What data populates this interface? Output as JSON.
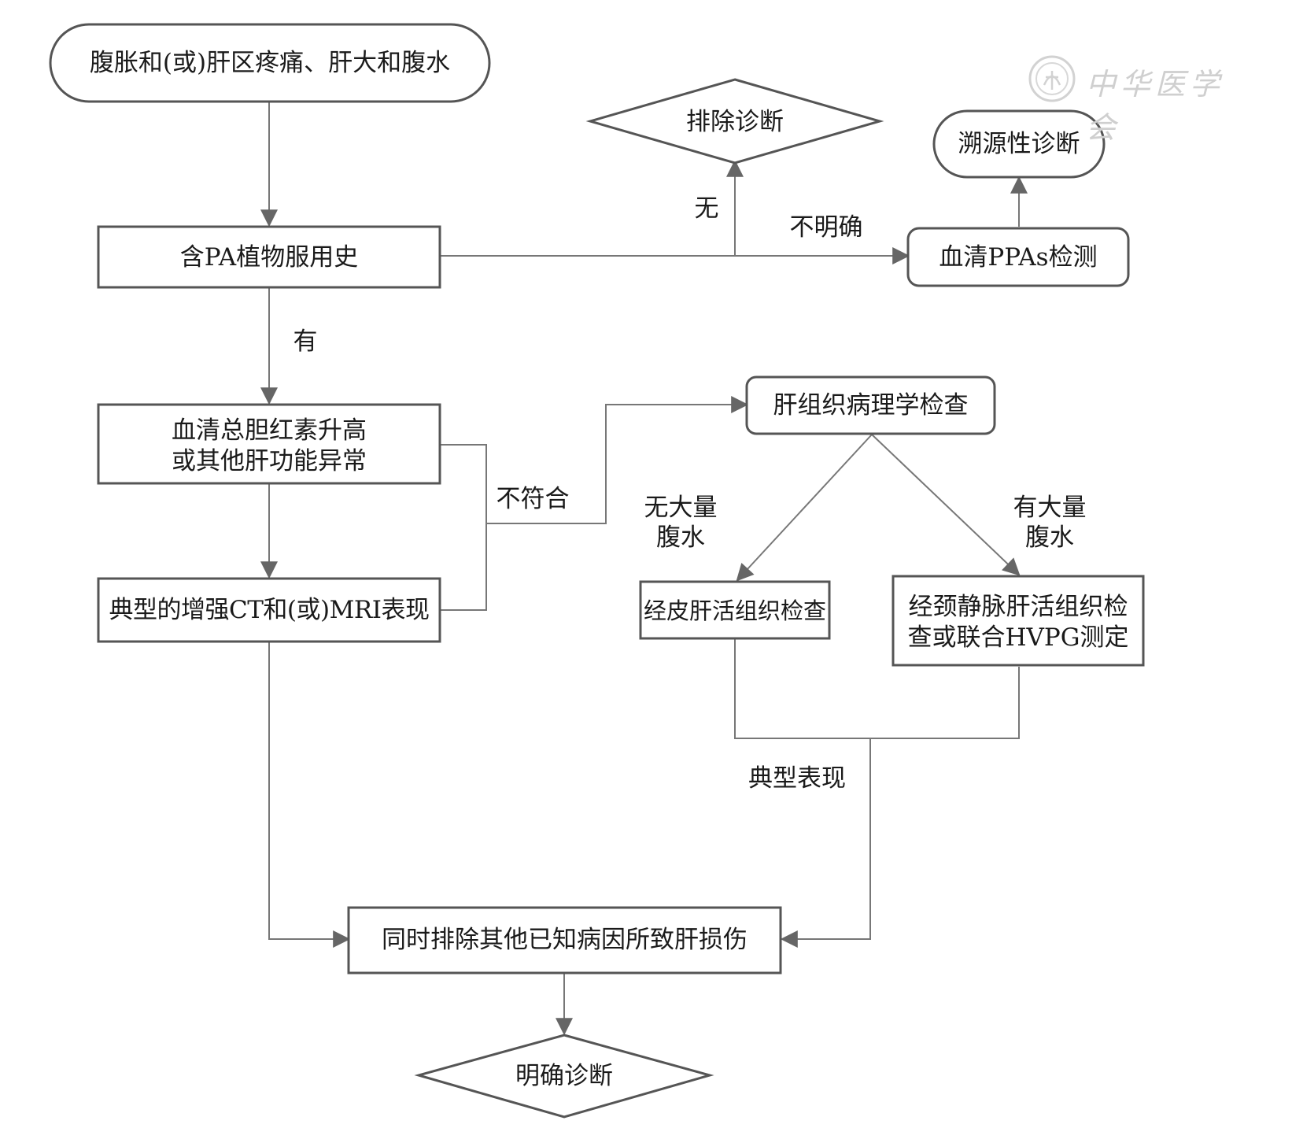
{
  "watermark": {
    "text": "中华医学会"
  },
  "nodes": {
    "start": "腹胀和(或)肝区疼痛、肝大和腹水",
    "pa_history": "含PA植物服用史",
    "exclude": "排除诊断",
    "ppas_test": "血清PPAs检测",
    "traceable": "溯源性诊断",
    "bilirubin_line1": "血清总胆红素升高",
    "bilirubin_line2": "或其他肝功能异常",
    "imaging": "典型的增强CT和(或)MRI表现",
    "pathology": "肝组织病理学检查",
    "percutaneous": "经皮肝活组织检查",
    "transjugular_line1": "经颈静脉肝活组织检",
    "transjugular_line2": "查或联合HVPG测定",
    "exclude_other": "同时排除其他已知病因所致肝损伤",
    "confirmed": "明确诊断"
  },
  "labels": {
    "none": "无",
    "unclear": "不明确",
    "yes": "有",
    "not_match": "不符合",
    "no_ascites_line1": "无大量",
    "no_ascites_line2": "腹水",
    "ascites_line1": "有大量",
    "ascites_line2": "腹水",
    "typical": "典型表现"
  },
  "colors": {
    "stroke": "#555555",
    "line": "#777777",
    "arrow": "#666666",
    "watermark": "#cfcfcf"
  }
}
